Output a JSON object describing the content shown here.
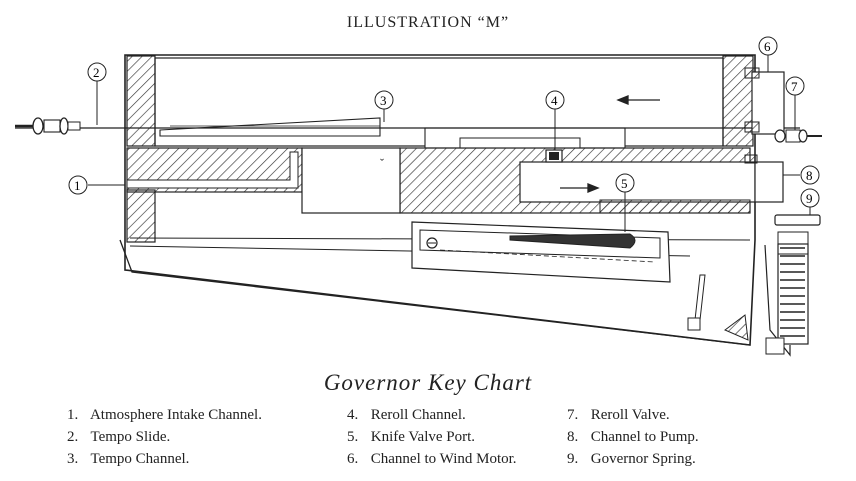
{
  "header": {
    "title": "ILLUSTRATION “M”"
  },
  "chart_title": "Governor Key Chart",
  "callouts": [
    "1",
    "2",
    "3",
    "4",
    "5",
    "6",
    "7",
    "8",
    "9"
  ],
  "key": [
    {
      "num": "1.",
      "label": "Atmosphere Intake Channel."
    },
    {
      "num": "2.",
      "label": "Tempo Slide."
    },
    {
      "num": "3.",
      "label": "Tempo Channel."
    },
    {
      "num": "4.",
      "label": "Reroll Channel."
    },
    {
      "num": "5.",
      "label": "Knife Valve Port."
    },
    {
      "num": "6.",
      "label": "Channel to Wind Motor."
    },
    {
      "num": "7.",
      "label": "Reroll Valve."
    },
    {
      "num": "8.",
      "label": "Channel to Pump."
    },
    {
      "num": "9.",
      "label": "Governor Spring."
    }
  ]
}
